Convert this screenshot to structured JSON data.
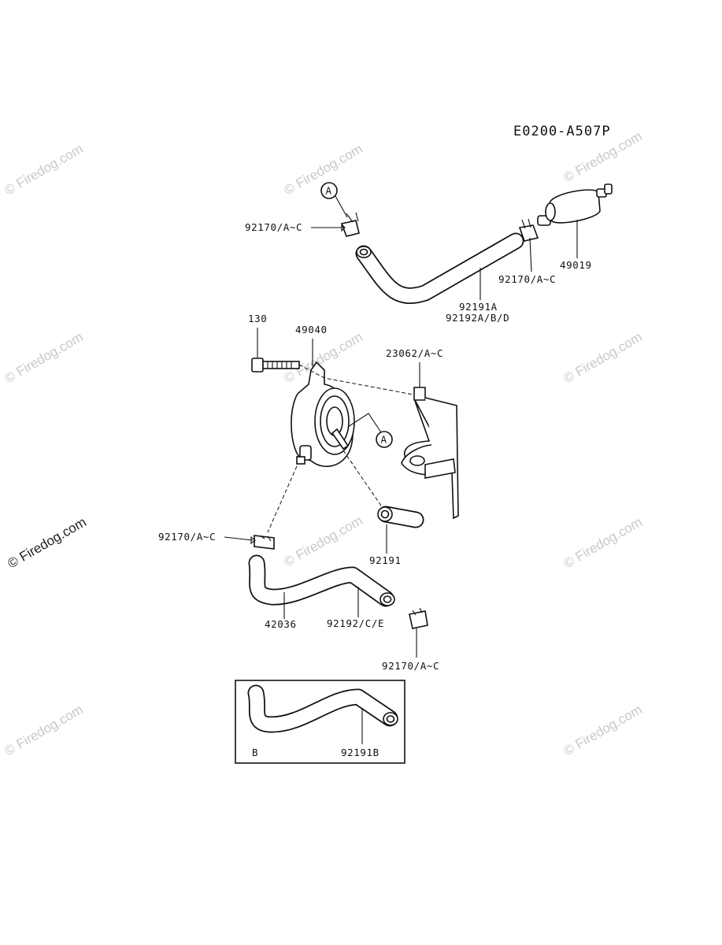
{
  "diagram_code": "E0200-A507P",
  "watermark": "© Firedog.com",
  "callouts": {
    "ref_a_1": "A",
    "ref_a_2": "A",
    "clamp_top_left": "92170/A~C",
    "clamp_top_right": "92170/A~C",
    "fuel_filter": "49019",
    "hose_top_line1": "92191A",
    "hose_top_line2": "92192A/B/D",
    "bolt": "130",
    "fuel_pump": "49040",
    "bracket": "23062/A~C",
    "clamp_mid_left": "92170/A~C",
    "short_hose": "92191",
    "hose_bottom": "42036",
    "hose_bottom_alt": "92192/C/E",
    "clamp_bottom": "92170/A~C",
    "inset_label": "B",
    "inset_hose": "92191B"
  }
}
